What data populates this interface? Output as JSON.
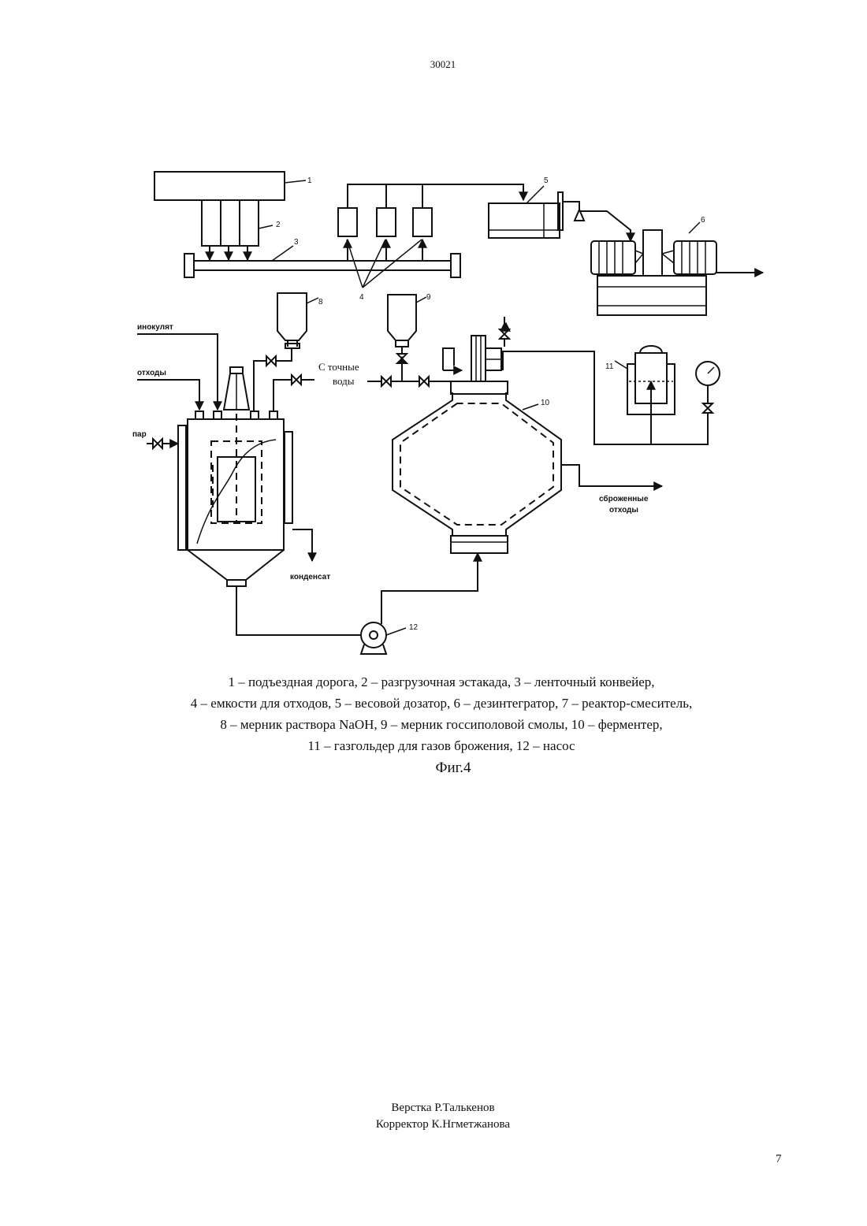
{
  "header": {
    "doc_number": "30021"
  },
  "figure": {
    "numbers": [
      "1",
      "2",
      "3",
      "4",
      "5",
      "6",
      "8",
      "9",
      "10",
      "11",
      "12"
    ],
    "labels": {
      "inoculate": "инокулят",
      "waste": "отходы",
      "steam": "пар",
      "condensate": "конденсат",
      "waste_water_1": "С точные",
      "waste_water_2": "воды",
      "fermented_1": "сброженные",
      "fermented_2": "отходы"
    }
  },
  "caption": {
    "lines": [
      "1 – подъездная дорога, 2 – разгрузочная эстакада, 3 – ленточный конвейер,",
      "4 – емкости для отходов, 5 – весовой дозатор, 6 – дезинтегратор, 7 – реактор-смеситель,",
      "8 – мерник раствора NaOH, 9 – мерник госсиполовой смолы, 10 – ферментер,",
      "11 – газгольдер для газов брожения, 12 – насос"
    ],
    "fig_label": "Фиг.4"
  },
  "footer": {
    "layout": "Верстка Р.Талькенов",
    "proofreader": "Корректор К.Нгметжанова",
    "page_number": "7"
  },
  "colors": {
    "ink": "#111111",
    "paper": "#ffffff"
  }
}
